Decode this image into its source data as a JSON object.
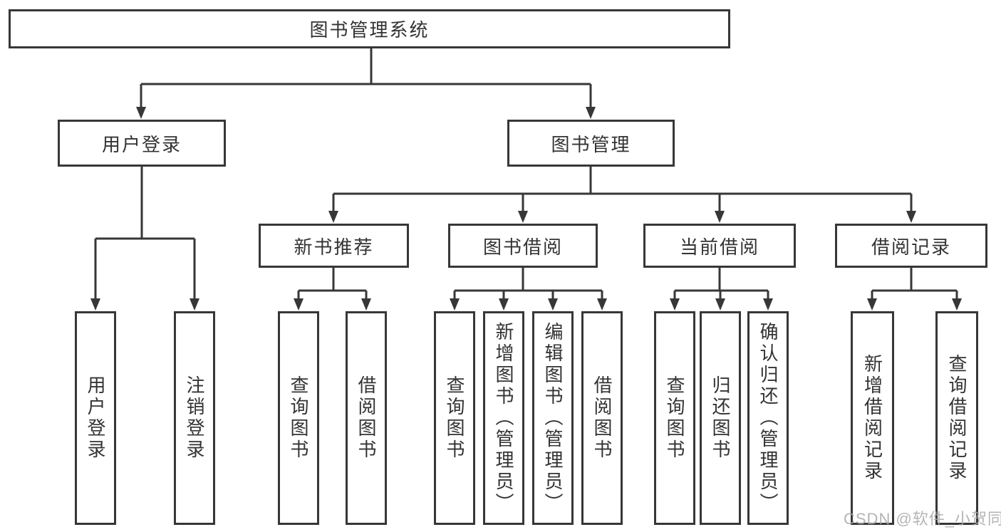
{
  "colors": {
    "line": "#373737",
    "text": "#333333",
    "watermark": "#a8a8a8",
    "background": "#ffffff"
  },
  "diagram": {
    "root": {
      "label": "图书管理系统"
    },
    "branches": [
      {
        "label": "用户登录",
        "children": [
          {
            "label": "用户登录"
          },
          {
            "label": "注销登录"
          }
        ]
      },
      {
        "label": "图书管理",
        "children": [
          {
            "label": "新书推荐",
            "children": [
              {
                "label": "查询图书"
              },
              {
                "label": "借阅图书"
              }
            ]
          },
          {
            "label": "图书借阅",
            "children": [
              {
                "label": "查询图书"
              },
              {
                "label": "新增图书（管理员）"
              },
              {
                "label": "编辑图书（管理员）"
              },
              {
                "label": "借阅图书"
              }
            ]
          },
          {
            "label": "当前借阅",
            "children": [
              {
                "label": "查询图书"
              },
              {
                "label": "归还图书"
              },
              {
                "label": "确认归还（管理员）"
              }
            ]
          },
          {
            "label": "借阅记录",
            "children": [
              {
                "label": "新增借阅记录"
              },
              {
                "label": "查询借阅记录"
              }
            ]
          }
        ]
      }
    ]
  },
  "watermark": {
    "text": "CSDN @软件_小贺同学"
  }
}
